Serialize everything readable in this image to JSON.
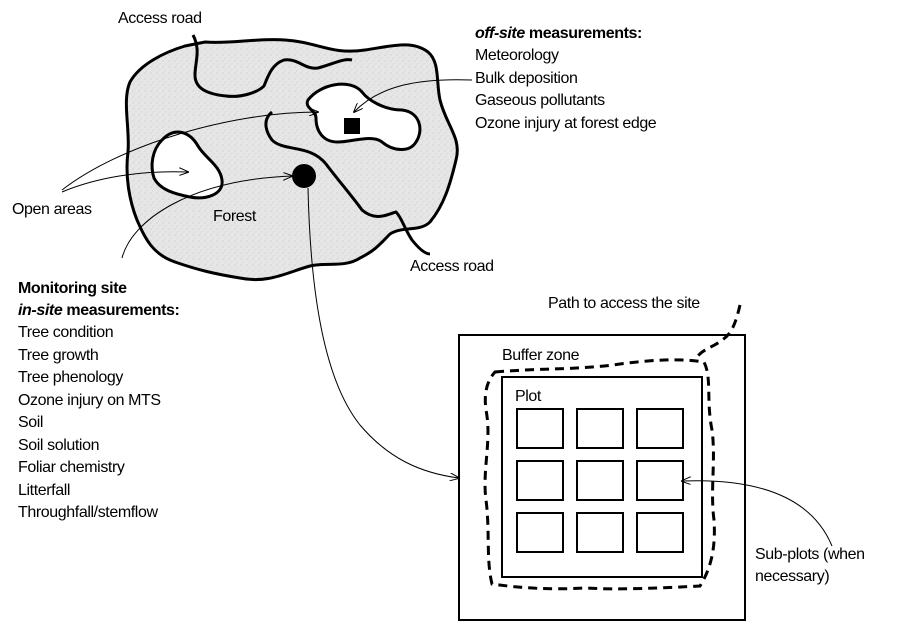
{
  "labels": {
    "access_road_top": "Access road",
    "access_road_bottom": "Access road",
    "open_areas": "Open areas",
    "forest": "Forest",
    "path_to_site": "Path to access the site",
    "buffer_zone": "Buffer zone",
    "plot": "Plot",
    "sub_plots_line1": "Sub-plots (when",
    "sub_plots_line2": "necessary)"
  },
  "offsite": {
    "heading_italic": "off-site",
    "heading_rest": " measurements:",
    "items": [
      "Meteorology",
      "Bulk deposition",
      "Gaseous pollutants",
      "Ozone injury at forest edge"
    ]
  },
  "insite": {
    "title": "Monitoring site",
    "heading_italic": "in-site",
    "heading_rest": " measurements:",
    "items": [
      "Tree condition",
      "Tree growth",
      "Tree phenology",
      "Ozone injury on MTS",
      "Soil",
      "Soil solution",
      "Foliar chemistry",
      "Litterfall",
      "Throughfall/stemflow"
    ]
  },
  "colors": {
    "forest_fill": "#e6e6e6",
    "stroke": "#000000",
    "background": "#ffffff"
  },
  "grid": {
    "rows": 3,
    "cols": 3
  }
}
